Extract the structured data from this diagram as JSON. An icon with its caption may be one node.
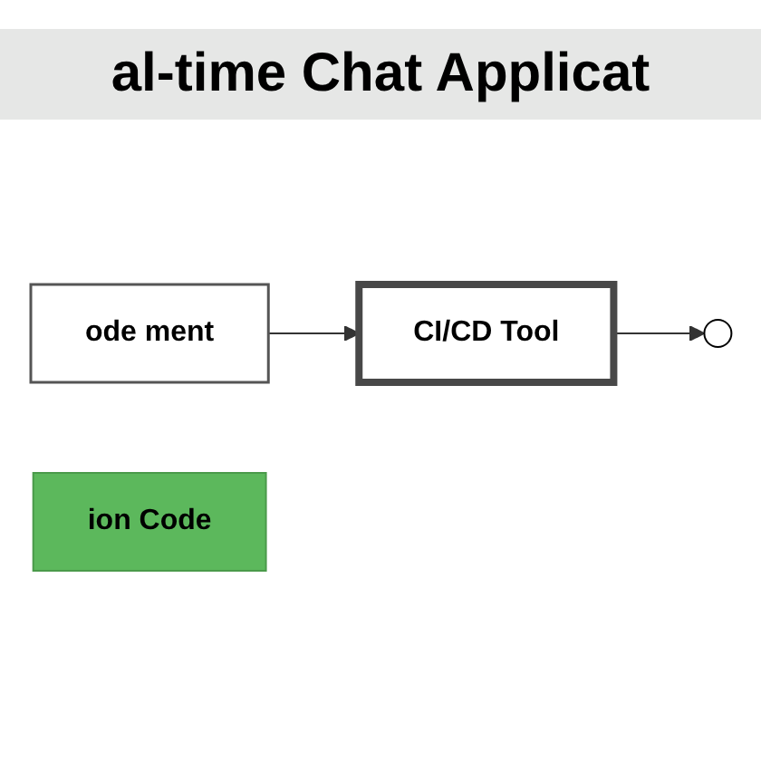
{
  "diagram": {
    "title": "al-time Chat Applicat",
    "nodes": [
      {
        "text": [
          "ode ment"
        ]
      },
      {
        "text": [
          "CI/CD Tool"
        ]
      },
      {
        "text": [],
        "shape": "circle"
      },
      {
        "text": [
          "ion Code"
        ]
      }
    ],
    "edges": [
      {
        "from": 0,
        "to": 1,
        "arrow": "to"
      },
      {
        "from": 1,
        "to": 2,
        "arrow": "to"
      }
    ]
  }
}
